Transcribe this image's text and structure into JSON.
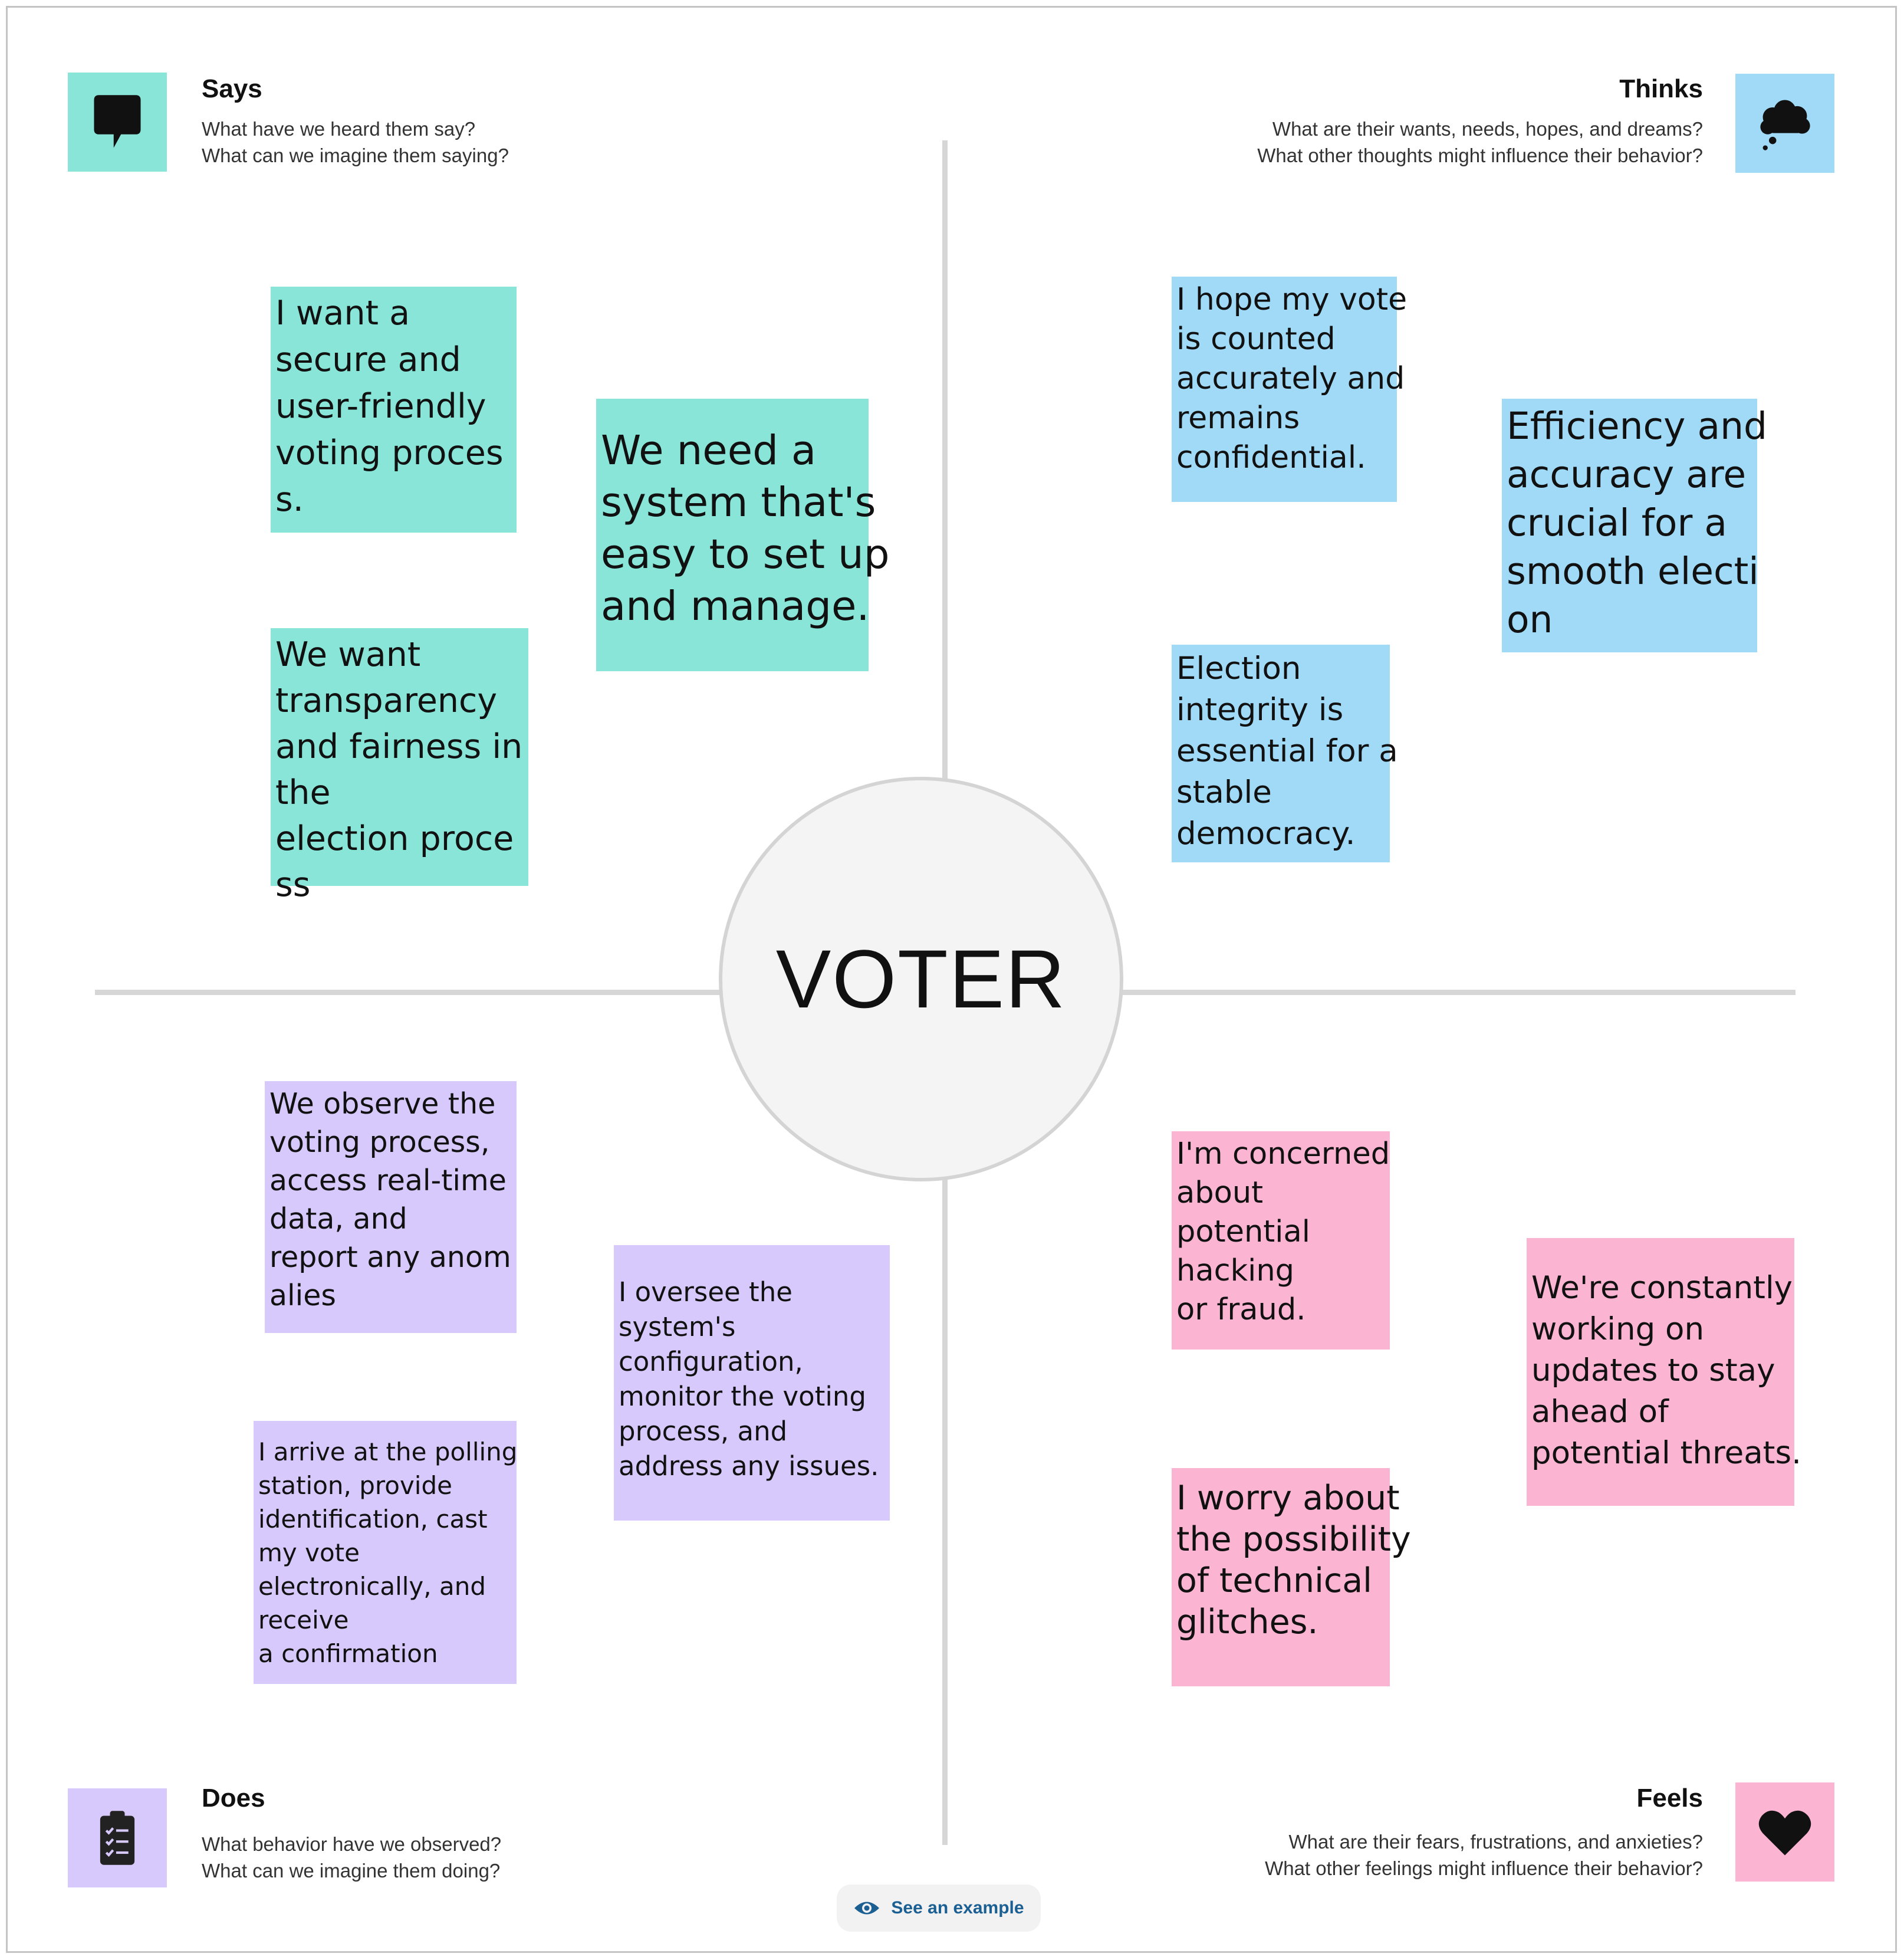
{
  "center": {
    "label": "VOTER"
  },
  "quadrants": {
    "says": {
      "title": "Says",
      "sub1": "What have we heard them say?",
      "sub2": "What can we imagine them saying?",
      "icon": "speech-bubble-icon",
      "color": "#88e5d7"
    },
    "thinks": {
      "title": "Thinks",
      "sub1": "What are their wants, needs, hopes, and dreams?",
      "sub2": "What other thoughts might influence their behavior?",
      "icon": "thought-cloud-icon",
      "color": "#a0daf7"
    },
    "does": {
      "title": "Does",
      "sub1": "What behavior have we observed?",
      "sub2": "What can we imagine them doing?",
      "icon": "clipboard-icon",
      "color": "#d7c9fb"
    },
    "feels": {
      "title": "Feels",
      "sub1": "What are their fears, frustrations, and anxieties?",
      "sub2": "What other feelings might influence their behavior?",
      "icon": "heart-icon",
      "color": "#fbb5d3"
    }
  },
  "notes": {
    "says1": [
      "I want a",
      "secure and",
      "user-friendly",
      "voting proces",
      "s."
    ],
    "says2": [
      "We need a",
      "system that's",
      "easy to set up",
      "and manage."
    ],
    "says3": [
      "We want",
      "transparency",
      "and fairness in",
      "the",
      "election proce",
      "ss"
    ],
    "thinks1": [
      "I hope my vote",
      "is counted",
      "accurately and",
      "remains",
      "confidential."
    ],
    "thinks2": [
      "Efficiency and",
      "accuracy are",
      "crucial for a",
      "smooth electi",
      "on"
    ],
    "thinks3": [
      "Election",
      "integrity is",
      "essential for a",
      "stable",
      "democracy."
    ],
    "does1": [
      "We observe the",
      "voting process,",
      "access real-time",
      "data, and",
      "report any anom",
      "alies"
    ],
    "does2": [
      "I oversee the",
      "system's",
      "configuration,",
      "monitor the voting",
      "process, and",
      "address any issues."
    ],
    "does3": [
      "I arrive at the polling",
      "station, provide",
      "identification, cast",
      "my vote",
      "electronically, and",
      "receive",
      "a confirmation"
    ],
    "feels1": [
      "I'm concerned",
      "about",
      "potential",
      "hacking",
      "or fraud."
    ],
    "feels2": [
      "We're constantly",
      "working on",
      "updates to stay",
      "ahead of",
      "potential threats."
    ],
    "feels3": [
      "I worry about",
      "the possibility",
      "of technical",
      "glitches."
    ]
  },
  "example_button": {
    "label": "See an example",
    "icon": "eye-icon"
  }
}
